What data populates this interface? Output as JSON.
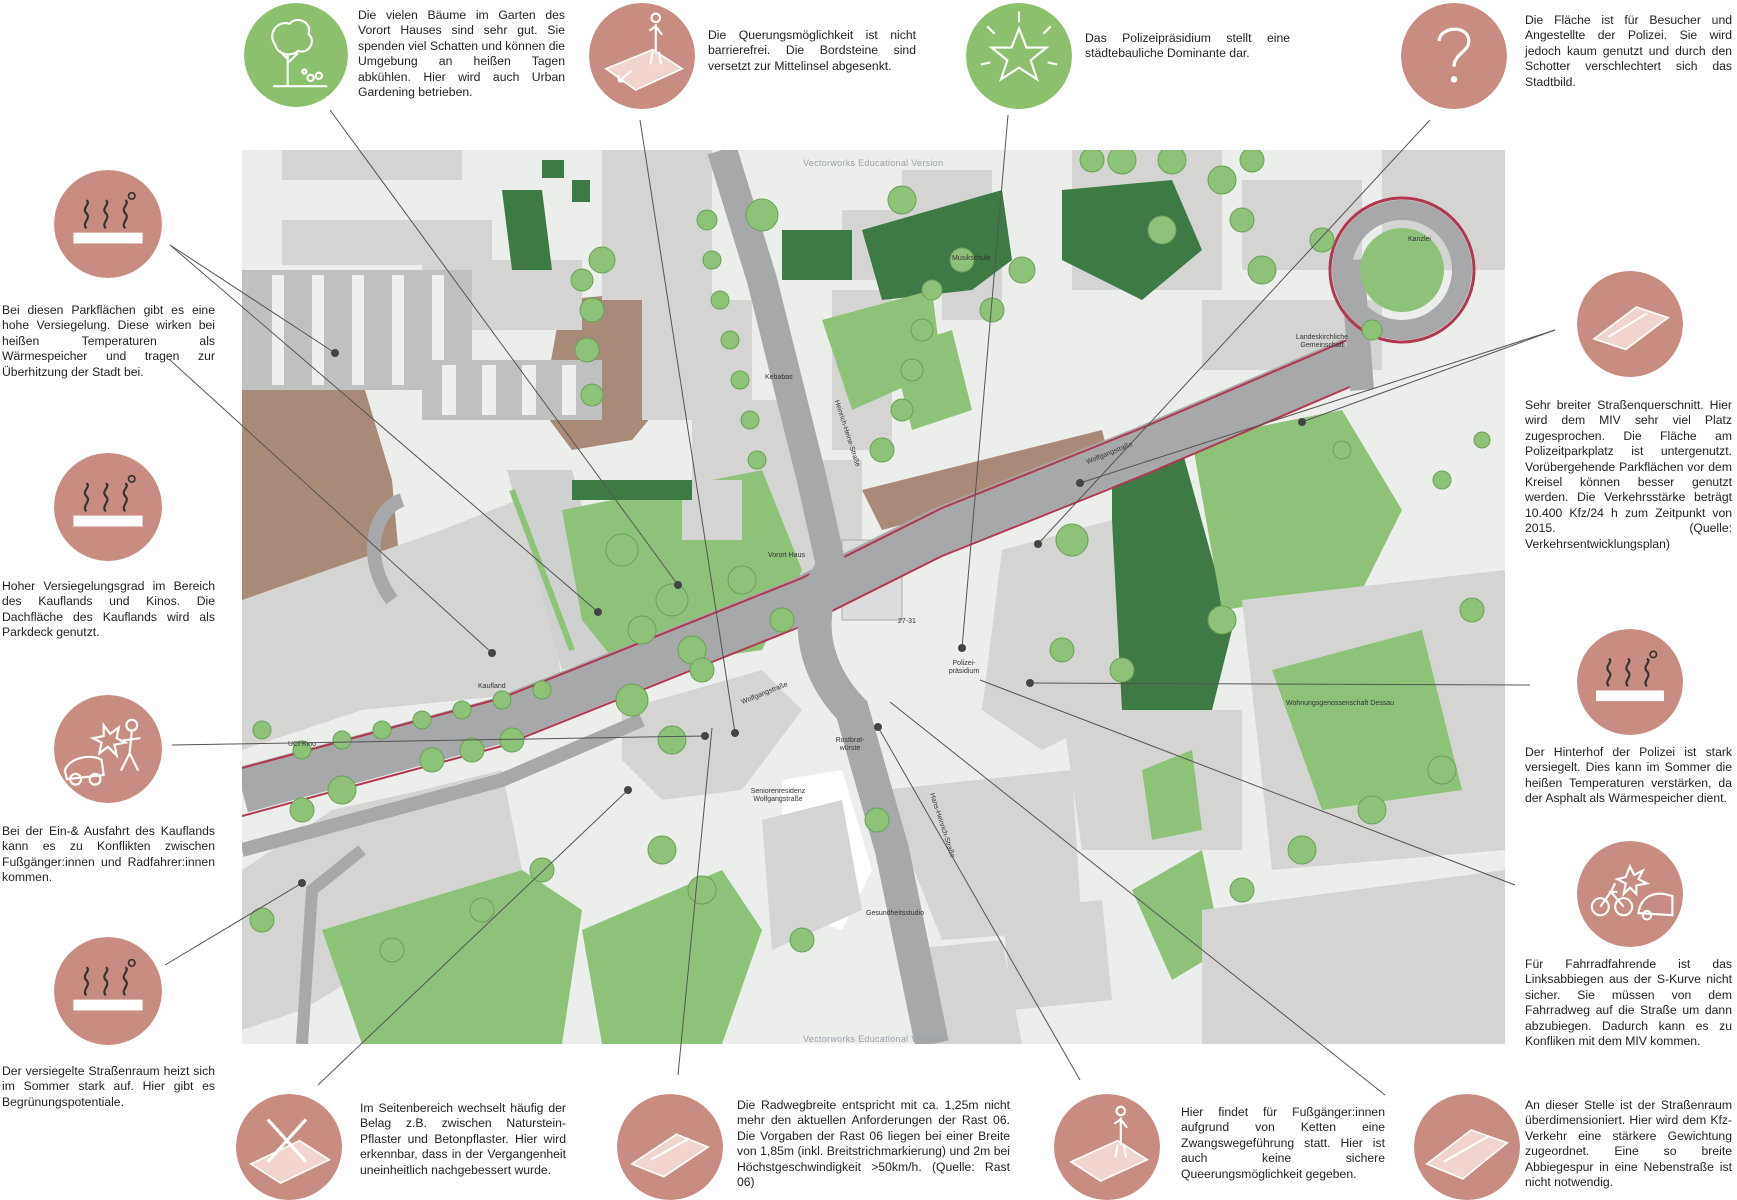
{
  "colors": {
    "circle_green": "#8cc06c",
    "circle_pink": "#c98c82",
    "road": "#a6a8a9",
    "building": "#d4d5d3",
    "green_light": "#8fc279",
    "green_dark": "#3d7a45",
    "bikelane": "#b0384f",
    "brown": "#a88a78"
  },
  "annotations": {
    "trees": "Die vielen Bäume im Garten des Vorort Hauses sind sehr gut. Sie spenden viel Schatten und können die Umgebung an heißen Tagen abkühlen. Hier wird auch Urban Gardening betrieben.",
    "crossing_top": "Die Querungsmöglichkeit ist nicht barrierefrei. Die Bordsteine sind versetzt zur Mittelinsel abgesenkt.",
    "police": "Das Polizeipräsidium stellt eine städtebauliche Dominante dar.",
    "visitors": "Die Fläche ist für Besucher und Angestellte der Polizei. Sie wird jedoch kaum genutzt und durch den Schotter verschlechtert sich das Stadtbild.",
    "parking": "Bei diesen Parkflächen gibt es eine hohe Versiegelung. Diese wirken bei heißen Temperaturen als Wärmespeicher und tragen zur Überhitzung der Stadt bei.",
    "kaufland": "Hoher Versiegelungsgrad im Bereich des Kauflands und Kinos. Die Dachfläche des Kauflands wird als Parkdeck genutzt.",
    "conflict": "Bei der Ein-& Ausfahrt des Kauflands kann es zu Konflikten zwischen Fußgänger:innen und Radfahrer:innen kommen.",
    "street_space": "Der versiegelte Straßenraum heizt sich im Sommer stark auf. Hier gibt es Begrünungspotentiale.",
    "wide_street": "Sehr breiter Straßenquerschnitt. Hier wird dem MIV sehr viel Platz zugesprochen. Die Fläche am Polizeitparkplatz ist untergenutzt. Vorübergehende Parkflächen vor dem Kreisel können besser genutzt werden. Die Verkehrsstärke beträgt 10.400 Kfz/24 h zum Zeitpunkt von 2015. (Quelle: Verkehrsentwicklungsplan)",
    "backyard": "Der Hinterhof der Polizei ist stark versiegelt. Dies kann im Sommer die heißen Temperaturen verstärken, da der Asphalt als Wärmespeicher dient.",
    "cyclists": "Für Fahrradfahrende ist das Linksabbiegen aus der S-Kurve nicht sicher. Sie müssen von dem Fahrradweg auf die Straße um dann abzubiegen. Dadurch kann es zu Konfliken mit dem MIV kommen.",
    "pavement": "Im Seitenbereich wechselt häufig der Belag z.B. zwischen Naturstein-Pflaster und Betonpflaster. Hier wird erkennbar, dass in der Vergangenheit uneinheitlich nachgebessert wurde.",
    "bike_width": "Die Radwegbreite entspricht mit ca. 1,25m nicht mehr den aktuellen Anforderungen der Rast 06. Die Vorgaben der Rast 06 liegen bei einer Breite von 1,85m (inkl. Breitstrichmarkierung) und 2m bei Höchstgeschwindigkeit >50km/h. (Quelle: Rast 06)",
    "pedestrian": "Hier findet für Fußgänger:innen aufgrund von Ketten eine Zwangswegeführung statt. Hier ist auch keine sichere Queerungsmöglichkeit gegeben.",
    "oversized": "An dieser Stelle ist der Straßenraum überdimensioniert. Hier wird dem Kfz-Verkehr eine stärkere Gewichtung zugeordnet. Eine so breite Abbiegespur in eine Nebenstraße ist nicht notwendig."
  },
  "map_labels": {
    "watermark": "Vectorworks Educational Version",
    "musikschule": "Musikschule",
    "kanzlei": "Kanzlei",
    "landeskirche": "Landeskirchliche Gemeinschaft",
    "kebabs": "Kebabas",
    "vorort": "Vorort Haus",
    "kaufland": "Kaufland",
    "uci": "UCI Kino",
    "polizei": "Polizei-präsidium",
    "wohnung": "Wohnungsgenossenschaft Dessau",
    "senioren": "Seniorenresidenz Wolfgangstraße",
    "rostbrat": "Rostbrat-würste",
    "gesundheit": "Gesundheitsstudio",
    "wolfgang1": "Wolfgangstraße",
    "wolfgang2": "Wolfgangstraße",
    "heine_n": "Heinrich-Heine-Straße",
    "heine_s": "Hans-Heinrich-Straße",
    "num": "27-31"
  }
}
